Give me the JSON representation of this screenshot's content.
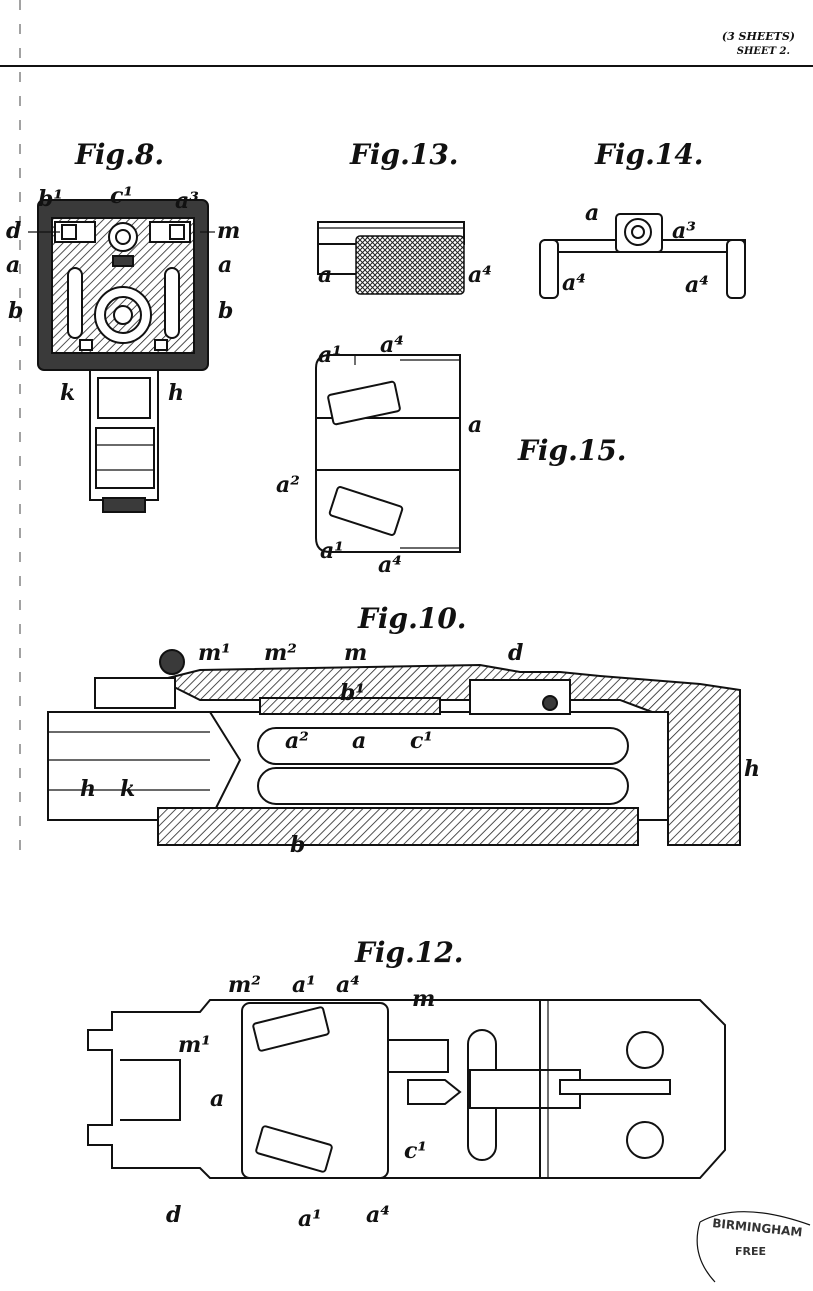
{
  "header": {
    "sheets": "(3 SHEETS)",
    "sheet": "SHEET 2."
  },
  "figures": {
    "fig8": {
      "title": "Fig.8.",
      "labels": {
        "b1": "b¹",
        "c1": "c¹",
        "a3": "a³",
        "d": "d",
        "m": "m",
        "a_left": "a",
        "a_right": "a",
        "b_left": "b",
        "b_right": "b",
        "k": "k",
        "h": "h"
      }
    },
    "fig13": {
      "title": "Fig.13.",
      "labels": {
        "a": "a",
        "a4": "a⁴"
      }
    },
    "fig14": {
      "title": "Fig.14.",
      "labels": {
        "a": "a",
        "a3": "a³",
        "a4_left": "a⁴",
        "a4_right": "a⁴"
      }
    },
    "fig15": {
      "title": "Fig.15.",
      "labels": {
        "a4_top": "a⁴",
        "a1_top": "a¹",
        "a": "a",
        "a2": "a²",
        "a1_bottom": "a¹",
        "a4_bottom": "a⁴"
      }
    },
    "fig10": {
      "title": "Fig.10.",
      "labels": {
        "m1": "m¹",
        "m2": "m²",
        "m": "m",
        "d": "d",
        "b1": "b¹",
        "a2": "a²",
        "a": "a",
        "c1": "c¹",
        "h_left": "h",
        "k": "k",
        "h_right": "h",
        "b": "b"
      }
    },
    "fig12": {
      "title": "Fig.12.",
      "labels": {
        "m2": "m²",
        "a1_top": "a¹",
        "a4_top": "a⁴",
        "m": "m",
        "m1": "m¹",
        "a": "a",
        "c1": "c¹",
        "d": "d",
        "a1_bottom": "a¹",
        "a4_bottom": "a⁴"
      }
    }
  },
  "stamp": {
    "line1": "BIRMINGHAM",
    "line2": "FREE"
  }
}
